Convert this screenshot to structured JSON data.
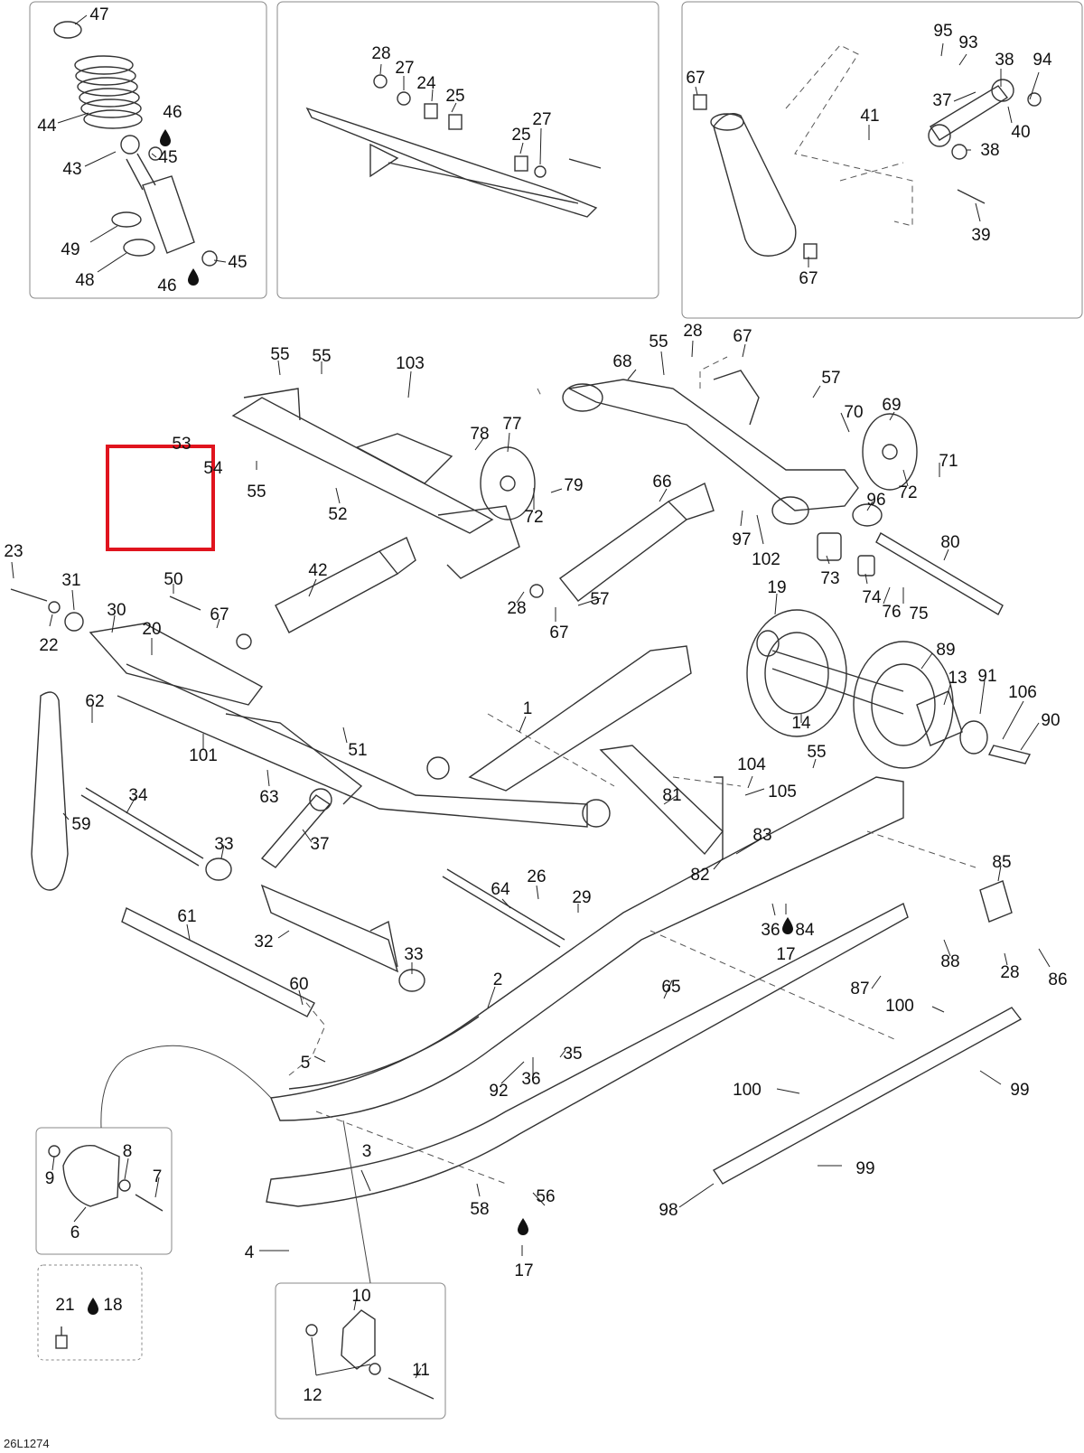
{
  "diagram": {
    "drawing_code": "26L1274",
    "highlight_color": "#e0141e",
    "lubricant_icon": "oil-drop-icon",
    "callouts": [
      {
        "id": "47",
        "label": "47"
      },
      {
        "id": "46a",
        "label": "46"
      },
      {
        "id": "44",
        "label": "44"
      },
      {
        "id": "45a",
        "label": "45"
      },
      {
        "id": "43",
        "label": "43"
      },
      {
        "id": "49",
        "label": "49"
      },
      {
        "id": "45b",
        "label": "45"
      },
      {
        "id": "48",
        "label": "48"
      },
      {
        "id": "46b",
        "label": "46"
      },
      {
        "id": "28a",
        "label": "28"
      },
      {
        "id": "27a",
        "label": "27"
      },
      {
        "id": "24",
        "label": "24"
      },
      {
        "id": "25a",
        "label": "25"
      },
      {
        "id": "25b",
        "label": "25"
      },
      {
        "id": "27b",
        "label": "27"
      },
      {
        "id": "95",
        "label": "95"
      },
      {
        "id": "93",
        "label": "93"
      },
      {
        "id": "38a",
        "label": "38"
      },
      {
        "id": "94",
        "label": "94"
      },
      {
        "id": "67a",
        "label": "67"
      },
      {
        "id": "37a",
        "label": "37"
      },
      {
        "id": "41",
        "label": "41"
      },
      {
        "id": "40",
        "label": "40"
      },
      {
        "id": "38b",
        "label": "38"
      },
      {
        "id": "39",
        "label": "39"
      },
      {
        "id": "67b",
        "label": "67"
      },
      {
        "id": "55a",
        "label": "55"
      },
      {
        "id": "55b",
        "label": "55"
      },
      {
        "id": "103",
        "label": "103"
      },
      {
        "id": "53",
        "label": "53"
      },
      {
        "id": "54",
        "label": "54"
      },
      {
        "id": "55c",
        "label": "55"
      },
      {
        "id": "52",
        "label": "52"
      },
      {
        "id": "78",
        "label": "78"
      },
      {
        "id": "77",
        "label": "77"
      },
      {
        "id": "79",
        "label": "79"
      },
      {
        "id": "72a",
        "label": "72"
      },
      {
        "id": "68",
        "label": "68"
      },
      {
        "id": "55d",
        "label": "55"
      },
      {
        "id": "28b",
        "label": "28"
      },
      {
        "id": "67c",
        "label": "67"
      },
      {
        "id": "57a",
        "label": "57"
      },
      {
        "id": "70",
        "label": "70"
      },
      {
        "id": "69",
        "label": "69"
      },
      {
        "id": "71",
        "label": "71"
      },
      {
        "id": "72b",
        "label": "72"
      },
      {
        "id": "96",
        "label": "96"
      },
      {
        "id": "66",
        "label": "66"
      },
      {
        "id": "97",
        "label": "97"
      },
      {
        "id": "102",
        "label": "102"
      },
      {
        "id": "80",
        "label": "80"
      },
      {
        "id": "73",
        "label": "73"
      },
      {
        "id": "74",
        "label": "74"
      },
      {
        "id": "76",
        "label": "76"
      },
      {
        "id": "75",
        "label": "75"
      },
      {
        "id": "28c",
        "label": "28"
      },
      {
        "id": "57b",
        "label": "57"
      },
      {
        "id": "67d",
        "label": "67"
      },
      {
        "id": "23",
        "label": "23"
      },
      {
        "id": "31",
        "label": "31"
      },
      {
        "id": "50",
        "label": "50"
      },
      {
        "id": "42",
        "label": "42"
      },
      {
        "id": "30",
        "label": "30"
      },
      {
        "id": "22",
        "label": "22"
      },
      {
        "id": "67e",
        "label": "67"
      },
      {
        "id": "20",
        "label": "20"
      },
      {
        "id": "19",
        "label": "19"
      },
      {
        "id": "89",
        "label": "89"
      },
      {
        "id": "13",
        "label": "13"
      },
      {
        "id": "91",
        "label": "91"
      },
      {
        "id": "106",
        "label": "106"
      },
      {
        "id": "90",
        "label": "90"
      },
      {
        "id": "14",
        "label": "14"
      },
      {
        "id": "62",
        "label": "62"
      },
      {
        "id": "1",
        "label": "1"
      },
      {
        "id": "101",
        "label": "101"
      },
      {
        "id": "51",
        "label": "51"
      },
      {
        "id": "104",
        "label": "104"
      },
      {
        "id": "55e",
        "label": "55"
      },
      {
        "id": "105",
        "label": "105"
      },
      {
        "id": "63",
        "label": "63"
      },
      {
        "id": "81",
        "label": "81"
      },
      {
        "id": "34",
        "label": "34"
      },
      {
        "id": "59",
        "label": "59"
      },
      {
        "id": "37b",
        "label": "37"
      },
      {
        "id": "33a",
        "label": "33"
      },
      {
        "id": "83",
        "label": "83"
      },
      {
        "id": "82",
        "label": "82"
      },
      {
        "id": "85",
        "label": "85"
      },
      {
        "id": "26",
        "label": "26"
      },
      {
        "id": "29",
        "label": "29"
      },
      {
        "id": "64",
        "label": "64"
      },
      {
        "id": "61",
        "label": "61"
      },
      {
        "id": "36a",
        "label": "36"
      },
      {
        "id": "84",
        "label": "84"
      },
      {
        "id": "17a",
        "label": "17"
      },
      {
        "id": "32",
        "label": "32"
      },
      {
        "id": "33b",
        "label": "33"
      },
      {
        "id": "88",
        "label": "88"
      },
      {
        "id": "28d",
        "label": "28"
      },
      {
        "id": "86",
        "label": "86"
      },
      {
        "id": "87",
        "label": "87"
      },
      {
        "id": "60",
        "label": "60"
      },
      {
        "id": "2",
        "label": "2"
      },
      {
        "id": "65",
        "label": "65"
      },
      {
        "id": "100a",
        "label": "100"
      },
      {
        "id": "5",
        "label": "5"
      },
      {
        "id": "35",
        "label": "35"
      },
      {
        "id": "92",
        "label": "92"
      },
      {
        "id": "36b",
        "label": "36"
      },
      {
        "id": "99a",
        "label": "99"
      },
      {
        "id": "100b",
        "label": "100"
      },
      {
        "id": "8",
        "label": "8"
      },
      {
        "id": "9",
        "label": "9"
      },
      {
        "id": "7",
        "label": "7"
      },
      {
        "id": "6",
        "label": "6"
      },
      {
        "id": "3",
        "label": "3"
      },
      {
        "id": "56",
        "label": "56"
      },
      {
        "id": "58",
        "label": "58"
      },
      {
        "id": "99b",
        "label": "99"
      },
      {
        "id": "98",
        "label": "98"
      },
      {
        "id": "4",
        "label": "4"
      },
      {
        "id": "17b",
        "label": "17"
      },
      {
        "id": "21",
        "label": "21"
      },
      {
        "id": "18",
        "label": "18"
      },
      {
        "id": "10",
        "label": "10"
      },
      {
        "id": "11",
        "label": "11"
      },
      {
        "id": "12",
        "label": "12"
      }
    ]
  }
}
